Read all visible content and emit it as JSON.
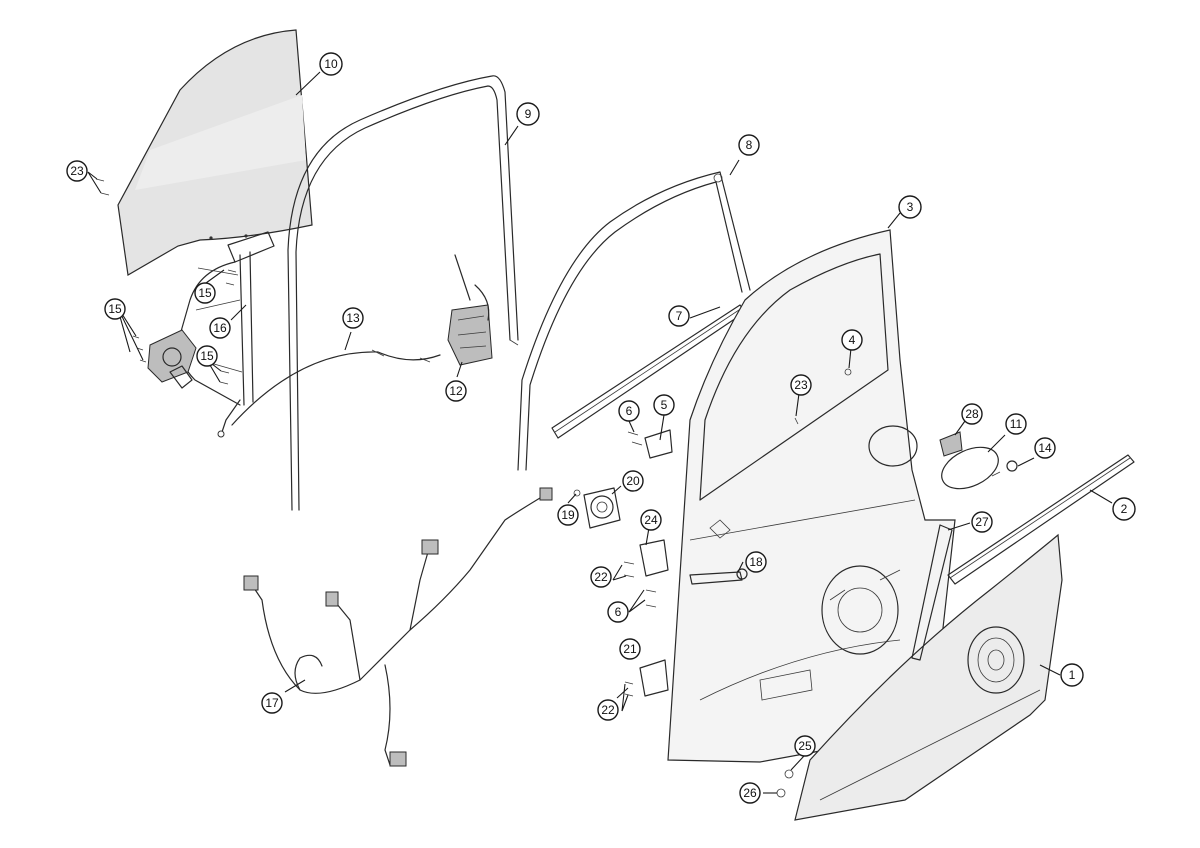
{
  "diagram": {
    "callouts": [
      {
        "id": "c1",
        "label": "1"
      },
      {
        "id": "c2",
        "label": "2"
      },
      {
        "id": "c3",
        "label": "3"
      },
      {
        "id": "c4",
        "label": "4"
      },
      {
        "id": "c5",
        "label": "5"
      },
      {
        "id": "c6a",
        "label": "6"
      },
      {
        "id": "c6b",
        "label": "6"
      },
      {
        "id": "c7",
        "label": "7"
      },
      {
        "id": "c8",
        "label": "8"
      },
      {
        "id": "c9",
        "label": "9"
      },
      {
        "id": "c10",
        "label": "10"
      },
      {
        "id": "c11",
        "label": "11"
      },
      {
        "id": "c12",
        "label": "12"
      },
      {
        "id": "c13",
        "label": "13"
      },
      {
        "id": "c14",
        "label": "14"
      },
      {
        "id": "c15a",
        "label": "15"
      },
      {
        "id": "c15b",
        "label": "15"
      },
      {
        "id": "c15c",
        "label": "15"
      },
      {
        "id": "c16",
        "label": "16"
      },
      {
        "id": "c17",
        "label": "17"
      },
      {
        "id": "c18",
        "label": "18"
      },
      {
        "id": "c19",
        "label": "19"
      },
      {
        "id": "c20",
        "label": "20"
      },
      {
        "id": "c21",
        "label": "21"
      },
      {
        "id": "c22a",
        "label": "22"
      },
      {
        "id": "c22b",
        "label": "22"
      },
      {
        "id": "c23a",
        "label": "23"
      },
      {
        "id": "c23b",
        "label": "23"
      },
      {
        "id": "c24",
        "label": "24"
      },
      {
        "id": "c25",
        "label": "25"
      },
      {
        "id": "c26",
        "label": "26"
      },
      {
        "id": "c27",
        "label": "27"
      },
      {
        "id": "c28",
        "label": "28"
      }
    ]
  }
}
